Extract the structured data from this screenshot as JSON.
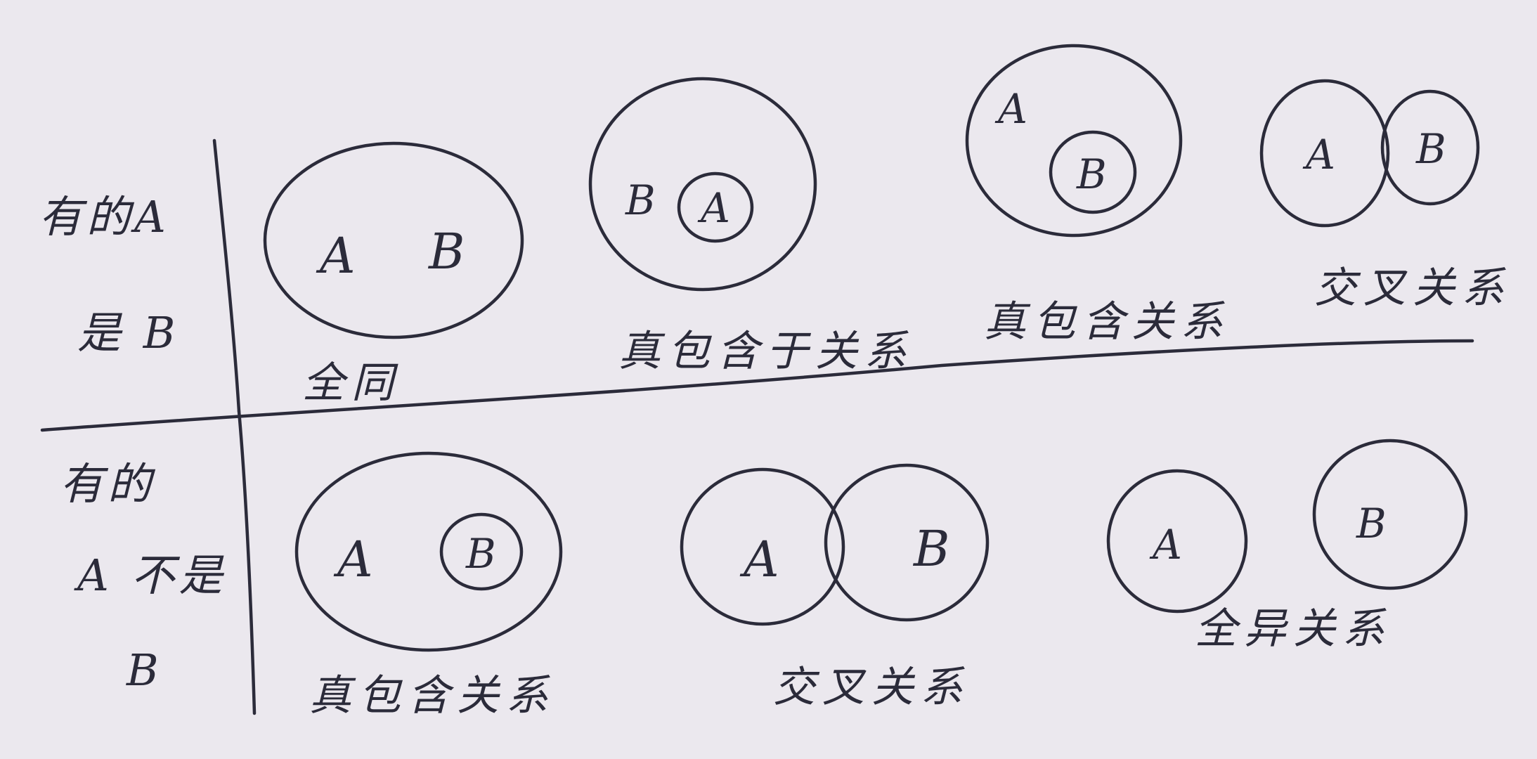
{
  "ink_color": "#2b2b3a",
  "paper_color": "#ebe8ee",
  "rows": [
    {
      "label_lines": [
        "有的A",
        "是 B"
      ],
      "diagrams": [
        {
          "letters": [
            "A",
            "B"
          ],
          "caption": "全同"
        },
        {
          "letters": [
            "B",
            "A"
          ],
          "caption": "真包含于关系"
        },
        {
          "letters": [
            "A",
            "B"
          ],
          "caption": "真包含关系"
        },
        {
          "letters": [
            "A",
            "B"
          ],
          "caption": "交叉关系"
        }
      ]
    },
    {
      "label_lines": [
        "有的",
        "A 不是",
        "B"
      ],
      "diagrams": [
        {
          "letters": [
            "A",
            "B"
          ],
          "caption": "真包含关系"
        },
        {
          "letters": [
            "A",
            "B"
          ],
          "caption": "交叉关系"
        },
        {
          "letters": [
            "A",
            "B"
          ],
          "caption": "全异关系"
        }
      ]
    }
  ]
}
